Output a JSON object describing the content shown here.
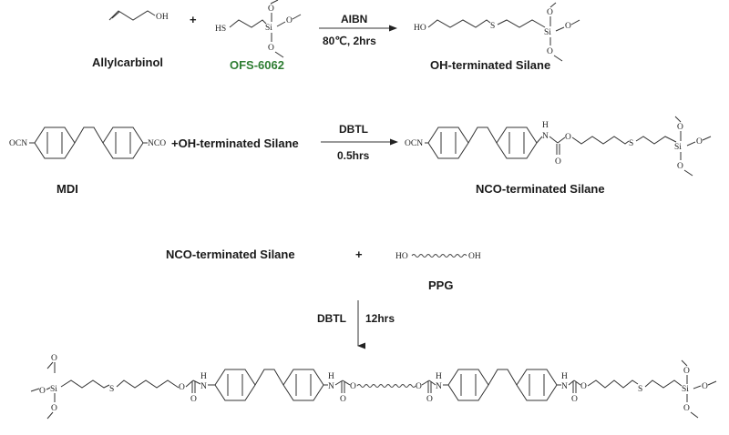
{
  "reaction1": {
    "reactant1_name": "Allylcarbinol",
    "reactant2_name": "OFS-6062",
    "product_name": "OH-terminated Silane",
    "plus": "+",
    "cond_top": "AIBN",
    "cond_bottom": "80℃, 2hrs",
    "atoms": {
      "oh": "OH",
      "hs": "HS",
      "ho": "HO",
      "s": "S",
      "si": "Si",
      "o": "O"
    }
  },
  "reaction2": {
    "reactant1_name": "MDI",
    "reactant2_text": "+OH-terminated Silane",
    "product_name": "NCO-terminated Silane",
    "cond_top": "DBTL",
    "cond_bottom": "0.5hrs",
    "atoms": {
      "ocn": "OCN",
      "nco": "NCO",
      "h": "H",
      "n": "N",
      "o": "O",
      "s": "S",
      "si": "Si"
    }
  },
  "reaction3": {
    "reactant1_name": "NCO-terminated Silane",
    "plus": "+",
    "ppg_name": "PPG",
    "ppg_left": "HO",
    "ppg_right": "OH",
    "cond_left": "DBTL",
    "cond_right": "12hrs",
    "atoms": {
      "h": "H",
      "n": "N",
      "o": "O",
      "s": "S",
      "si": "Si"
    }
  },
  "colors": {
    "accent_green": "#2e7d32",
    "text": "#1a1a1a",
    "bond": "#333333"
  }
}
